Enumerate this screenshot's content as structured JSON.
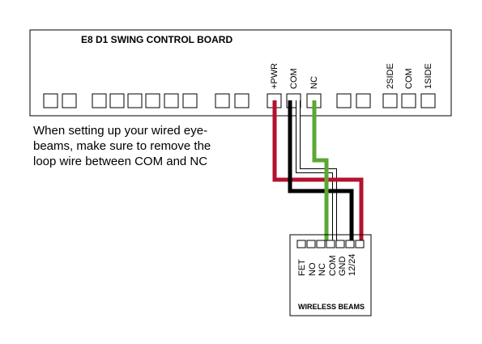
{
  "control_board": {
    "title": "E8 D1 SWING CONTROL BOARD",
    "terminal_labels": {
      "pwr": "+PWR",
      "com": "COM",
      "nc": "NC",
      "side2": "2SIDE",
      "com2": "COM",
      "side1": "1SIDE"
    }
  },
  "note": {
    "line1": "When setting up your wired eye-",
    "line2": "beams, make sure to remove the",
    "line3": "loop wire between COM and NC"
  },
  "wireless_beams": {
    "title": "WIRELESS BEAMS",
    "terminal_labels": {
      "fet": "FET",
      "no": "NO",
      "nc": "NC",
      "com": "COM",
      "gnd": "GND",
      "v1224": "12/24"
    }
  },
  "colors": {
    "red_wire": "#b3122e",
    "black_wire": "#000000",
    "green_wire": "#5aa832",
    "white_wire": "#ffffff",
    "outline": "#000000"
  }
}
